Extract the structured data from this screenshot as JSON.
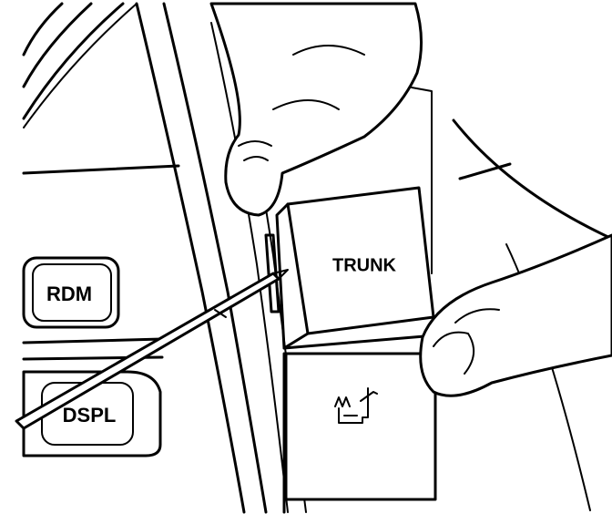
{
  "buttons": {
    "rdm": "RDM",
    "dspl": "DSPL",
    "trunk": "TRUNK"
  },
  "icons": {
    "heated_seat": "heated-seat-icon"
  }
}
